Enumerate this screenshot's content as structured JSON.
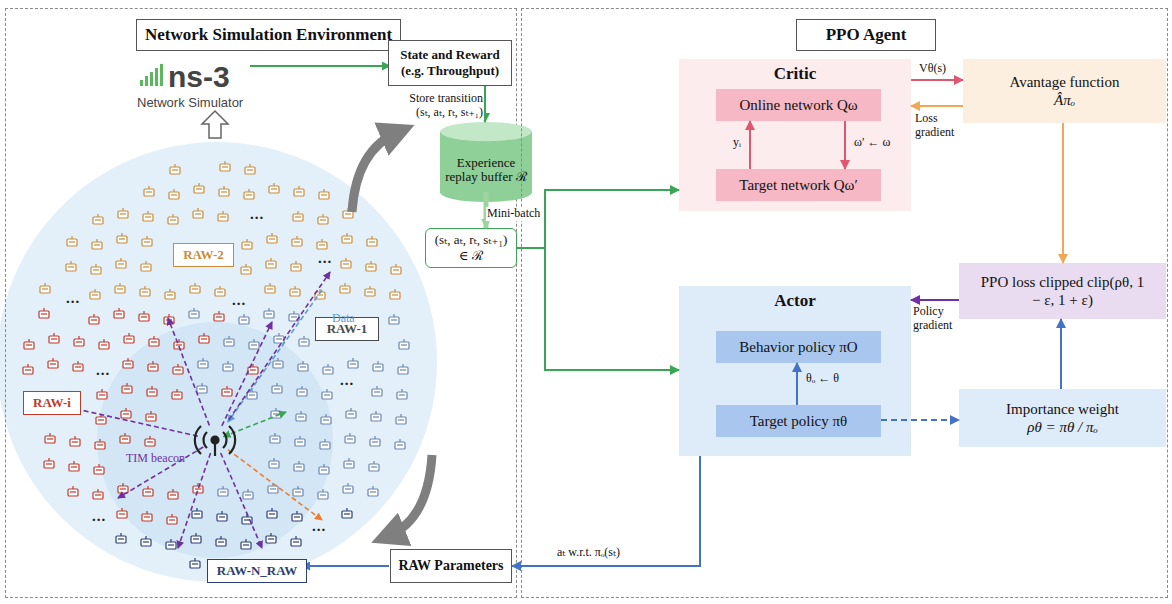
{
  "diagram": {
    "nodes": [
      {
        "text": [
          "Network Simulation Environment"
        ]
      },
      {
        "text": [
          "RAW-2"
        ],
        "in": 0
      },
      {
        "text": [
          "RAW-1"
        ],
        "in": 0
      },
      {
        "text": [
          "RAW-i"
        ],
        "in": 0
      },
      {
        "text": [
          "RAW-N_RAW"
        ],
        "in": 0
      },
      {
        "text": [
          "State and Reward (e.g. Throughput)"
        ]
      },
      {
        "text": [
          "Experience replay buffer ℛ"
        ]
      },
      {
        "text": [
          "(sₜ, aₜ, rₜ, sₜ₊₁) ∈ ℛ"
        ]
      },
      {
        "text": [
          "RAW Parameters"
        ]
      },
      {
        "text": [
          "PPO Agent"
        ]
      },
      {
        "text": [
          "Critic"
        ],
        "in": 9
      },
      {
        "text": [
          "Online network Qω"
        ],
        "in": 10
      },
      {
        "text": [
          "Target network Qω′"
        ],
        "in": 10
      },
      {
        "text": [
          "Actor"
        ],
        "in": 9
      },
      {
        "text": [
          "Behavior policy πO"
        ],
        "in": 13
      },
      {
        "text": [
          "Target policy πθ"
        ],
        "in": 13
      },
      {
        "text": [
          "Avantage function",
          "Âπₒ"
        ],
        "in": 9
      },
      {
        "text": [
          "PPO loss clipped clip(ρθ, 1 − ε, 1 + ε)"
        ],
        "in": 9
      },
      {
        "text": [
          "Importance weight",
          "ρθ = πθ / πₒ"
        ],
        "in": 9
      }
    ],
    "edges": [
      {
        "from": 5,
        "to": 6,
        "arrow": "to",
        "label": "Store transition (sₜ, aₜ, rₜ, sₜ₊₁)"
      },
      {
        "from": 6,
        "to": 7,
        "arrow": "to",
        "label": "Mini-batch"
      },
      {
        "from": 7,
        "to": 10,
        "arrow": "to"
      },
      {
        "from": 7,
        "to": 13,
        "arrow": "to"
      },
      {
        "from": 13,
        "to": 8,
        "arrow": "to",
        "label": "aₜ w.r.t. πₒ(sₜ)"
      },
      {
        "from": 11,
        "to": 12,
        "arrow": "to",
        "label": "ω′ ← ω"
      },
      {
        "from": 12,
        "to": 11,
        "arrow": "to",
        "label": "yᵢ"
      },
      {
        "from": 10,
        "to": 16,
        "arrow": "to",
        "label": "Vθ(s)"
      },
      {
        "from": 16,
        "to": 10,
        "arrow": "to",
        "label": "Loss gradient"
      },
      {
        "from": 16,
        "to": 17,
        "arrow": "to"
      },
      {
        "from": 17,
        "to": 13,
        "arrow": "to",
        "label": "Policy gradient"
      },
      {
        "from": 15,
        "to": 14,
        "arrow": "to",
        "label": "θₒ ← θ"
      },
      {
        "from": 15,
        "to": 18,
        "arrow": "to"
      },
      {
        "from": 18,
        "to": 17,
        "arrow": "to"
      }
    ],
    "labels": [
      "ns-3",
      "Network Simulator",
      "Data",
      "TIM beacon",
      "...",
      "...",
      "...",
      "...",
      "...",
      "...",
      "...",
      "..."
    ]
  }
}
